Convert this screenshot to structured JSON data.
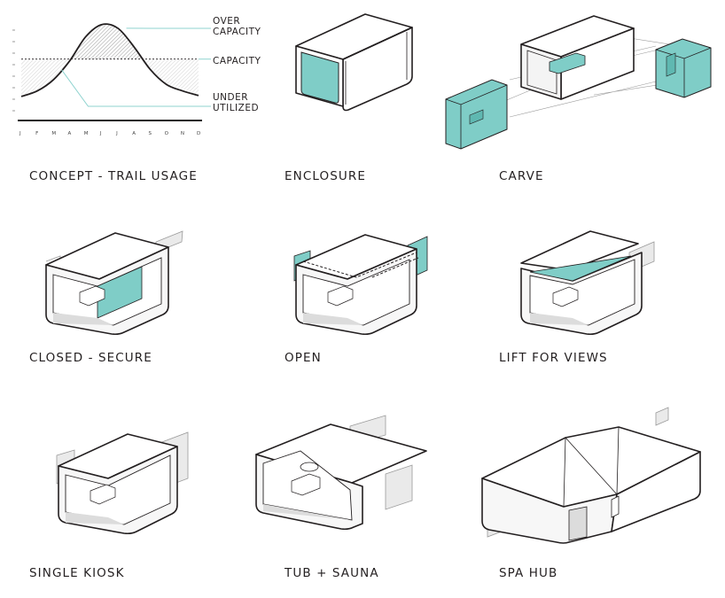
{
  "chart_data": {
    "type": "area",
    "title": "",
    "xlabel": "",
    "ylabel": "",
    "categories": [
      "J",
      "F",
      "M",
      "A",
      "M",
      "J",
      "J",
      "A",
      "S",
      "O",
      "N",
      "D"
    ],
    "series": [
      {
        "name": "",
        "values": [
          2.0,
          2.6,
          3.8,
          5.8,
          8.4,
          9.7,
          9.3,
          7.3,
          4.9,
          3.3,
          2.6,
          2.1
        ]
      }
    ],
    "capacity": 6,
    "ylim": [
      0,
      11
    ],
    "annotations": [
      "OVER CAPACITY",
      "CAPACITY",
      "UNDER UTILIZED"
    ],
    "colors": {
      "line": "#231f20",
      "leader": "#8fd3cf"
    }
  },
  "labels": {
    "over_1": "OVER",
    "over_2": "CAPACITY",
    "capacity": "CAPACITY",
    "under_1": "UNDER",
    "under_2": "UTILIZED"
  },
  "captions": {
    "concept": "CONCEPT - TRAIL USAGE",
    "enclosure": "ENCLOSURE",
    "carve": "CARVE",
    "closed": "CLOSED - SECURE",
    "open": "OPEN",
    "lift": "LIFT FOR VIEWS",
    "kiosk": "SINGLE KIOSK",
    "tub": "TUB + SAUNA",
    "spa": "SPA HUB"
  },
  "colors": {
    "teal": "#7fcdc7",
    "ink": "#231f20",
    "light_gray": "#efefef",
    "floor_gray": "#dcdcdc"
  }
}
